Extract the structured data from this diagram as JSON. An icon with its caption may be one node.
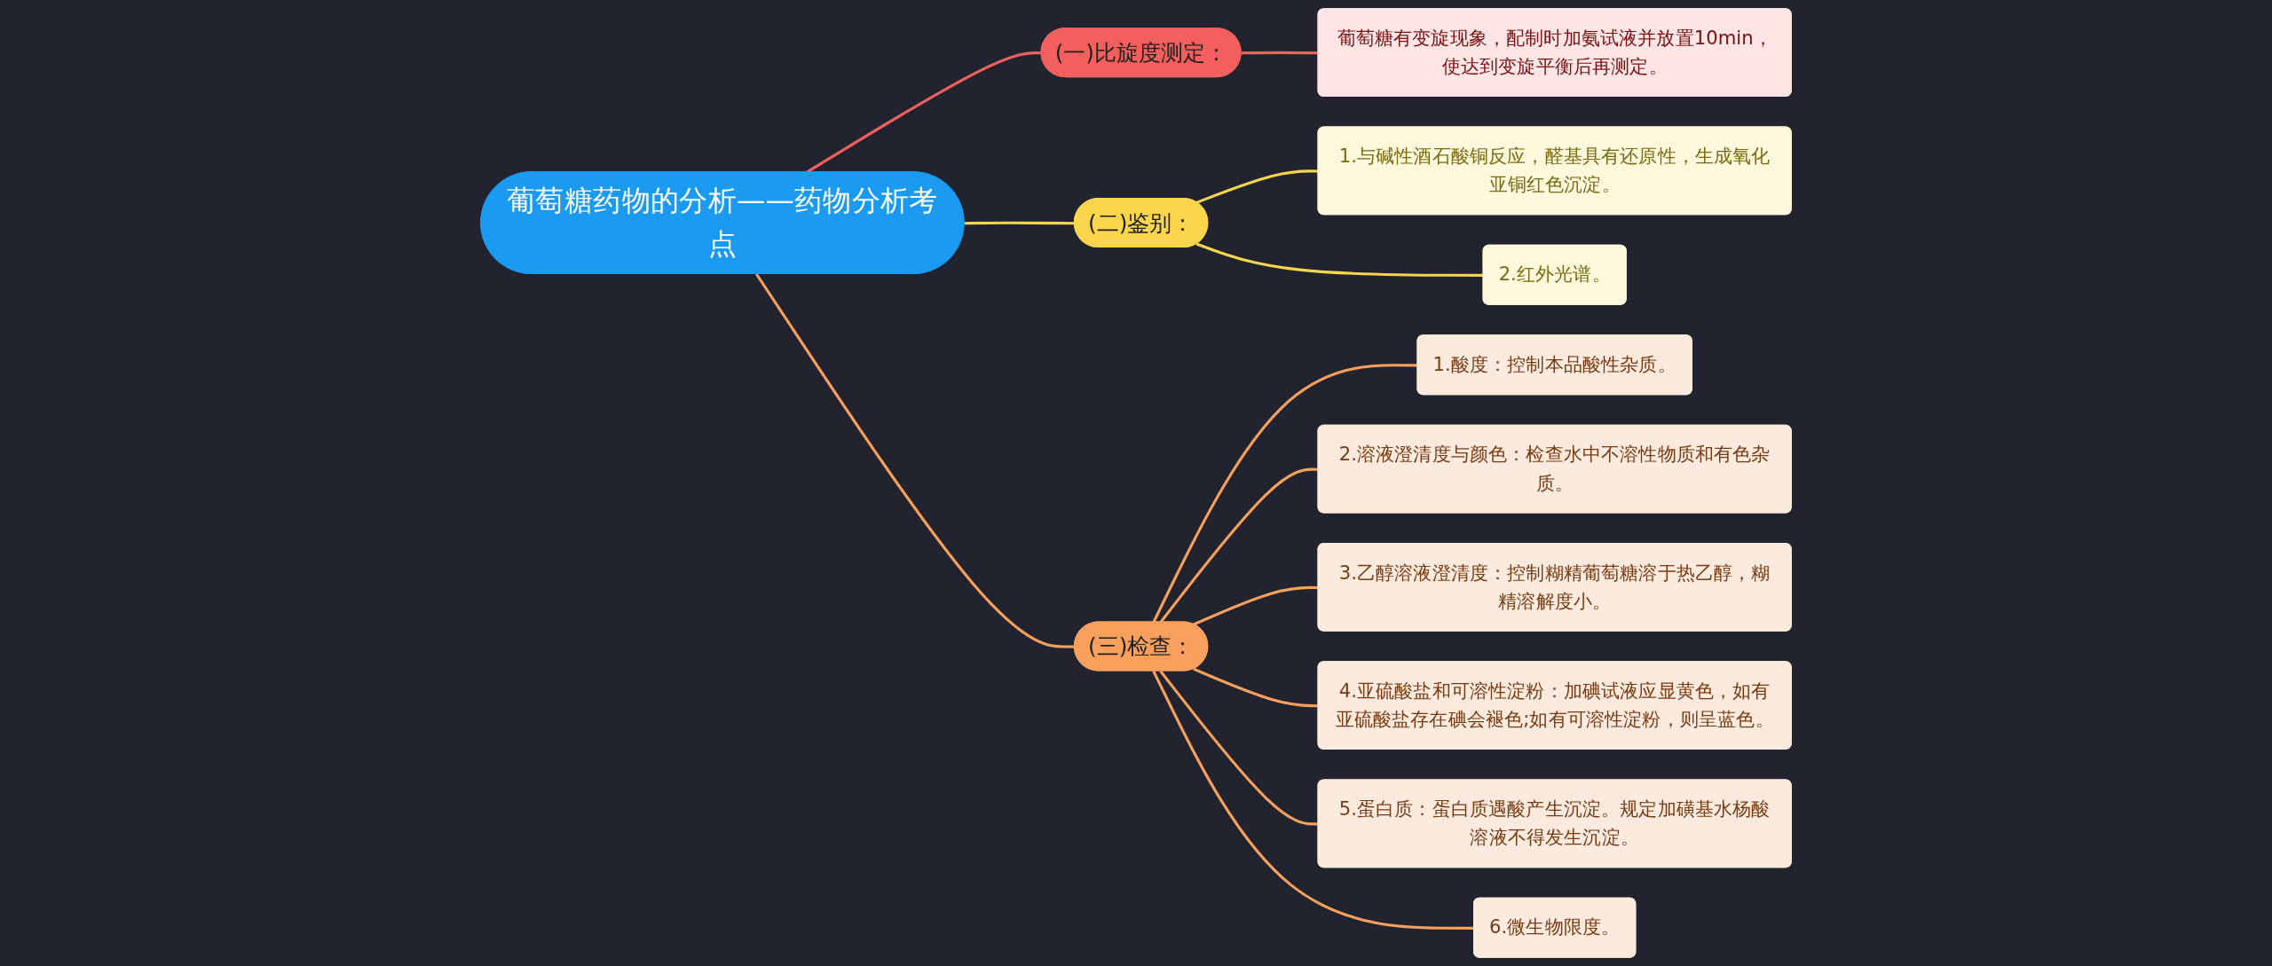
{
  "diagram": {
    "nodes": [
      {
        "text": [
          "葡萄糖药物的分析——药物分析考点"
        ]
      },
      {
        "text": [
          "(一)比旋度测定："
        ]
      },
      {
        "text": [
          "葡萄糖有变旋现象，配制时加氨试液并放置10min，使达到变旋平衡后再测定。"
        ]
      },
      {
        "text": [
          "(二)鉴别："
        ]
      },
      {
        "text": [
          "1.与碱性酒石酸铜反应，醛基具有还原性，生成氧化亚铜红色沉淀。"
        ]
      },
      {
        "text": [
          "2.红外光谱。"
        ]
      },
      {
        "text": [
          "(三)检查："
        ]
      },
      {
        "text": [
          "1.酸度：控制本品酸性杂质。"
        ]
      },
      {
        "text": [
          "2.溶液澄清度与颜色：检查水中不溶性物质和有色杂质。"
        ]
      },
      {
        "text": [
          "3.乙醇溶液澄清度：控制糊精葡萄糖溶于热乙醇，糊精溶解度小。"
        ]
      },
      {
        "text": [
          "4.亚硫酸盐和可溶性淀粉：加碘试液应显黄色，如有亚硫酸盐存在碘会褪色;如有可溶性淀粉，则呈蓝色。"
        ]
      },
      {
        "text": [
          "5.蛋白质：蛋白质遇酸产生沉淀。规定加磺基水杨酸溶液不得发生沉淀。"
        ]
      },
      {
        "text": [
          "6.微生物限度。"
        ]
      }
    ],
    "edges": [
      {
        "from": 0,
        "to": 1,
        "arrow": "none",
        "color": "#f0605e"
      },
      {
        "from": 1,
        "to": 2,
        "arrow": "none",
        "color": "#f0605e"
      },
      {
        "from": 0,
        "to": 3,
        "arrow": "none",
        "color": "#f7d54c"
      },
      {
        "from": 3,
        "to": 4,
        "arrow": "none",
        "color": "#f7d54c"
      },
      {
        "from": 3,
        "to": 5,
        "arrow": "none",
        "color": "#f7d54c"
      },
      {
        "from": 0,
        "to": 6,
        "arrow": "none"
      },
      {
        "from": 6,
        "to": 7,
        "arrow": "none"
      },
      {
        "from": 6,
        "to": 8,
        "arrow": "none"
      },
      {
        "from": 6,
        "to": 9,
        "arrow": "none"
      },
      {
        "from": 6,
        "to": 10,
        "arrow": "none"
      },
      {
        "from": 6,
        "to": 11,
        "arrow": "none"
      },
      {
        "from": 6,
        "to": 12,
        "arrow": "none"
      }
    ]
  }
}
